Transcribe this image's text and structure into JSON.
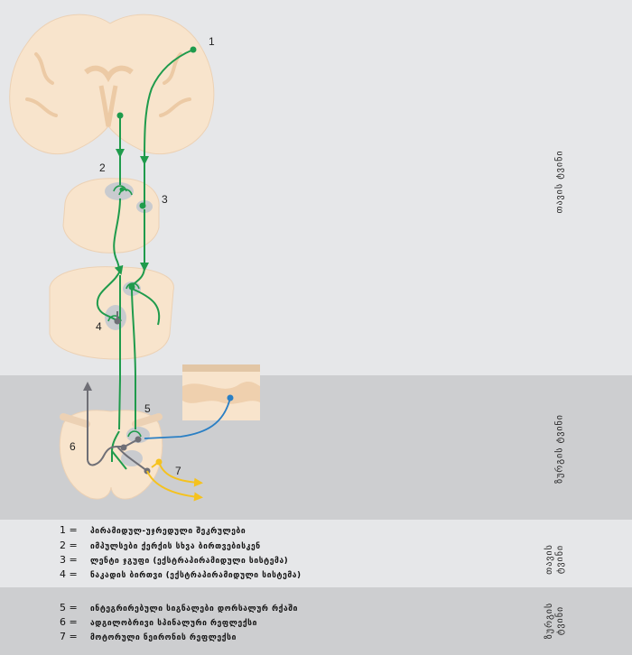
{
  "colors": {
    "background_upper": "#e6e7e9",
    "background_lower": "#cdced0",
    "tissue": "#f8e4cc",
    "tissue_dark": "#efd0ae",
    "motor_pathway": "#1f9b4c",
    "sensory_pathway": "#2a7fc4",
    "autonomic_pathway": "#f5c21e",
    "interneuron": "#6f6f76",
    "nucleus": "#c9cbcf"
  },
  "numbers": {
    "n1": "1",
    "n2": "2",
    "n3": "3",
    "n4": "4",
    "n5": "5",
    "n6": "6",
    "n7": "7"
  },
  "side_labels": {
    "upper_region": "თავის ტვინი",
    "lower_region": "ზურგის ტვინი",
    "legend_upper": [
      "თავის",
      "ტვინი"
    ],
    "legend_lower": [
      "ზურგის",
      "ტვინი"
    ]
  },
  "legend": {
    "upper": [
      {
        "num": "1 =",
        "text": "პირამიდულ-უჯრედული შეკრულები"
      },
      {
        "num": "2 =",
        "text": "იმპულსები ქერქის სხვა ბირთვებისკენ"
      },
      {
        "num": "3 =",
        "text": "ლენტი ჯგუფი (ექსტრაპირამიდული სისტემა)"
      },
      {
        "num": "4 =",
        "text": "ნაკადის ბირთვი (ექსტრაპირამიდული სისტემა)"
      }
    ],
    "lower": [
      {
        "num": "5 =",
        "text": "ინტეგრირებული სიგნალები დორსალურ რქაში"
      },
      {
        "num": "6 =",
        "text": "ადგილობრივი სპინალური რეფლექსი"
      },
      {
        "num": "7 =",
        "text": "მოტორული ნეირონის რეფლექსი"
      }
    ]
  }
}
